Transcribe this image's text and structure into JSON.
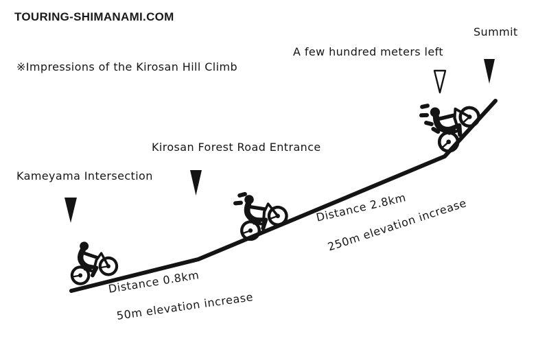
{
  "header": {
    "site": "TOURING-SHIMANAMI.COM",
    "caption": "※Impressions of the Kirosan Hill Climb"
  },
  "waypoints": [
    {
      "label": "Kameyama Intersection",
      "marker": "filled-triangle-down"
    },
    {
      "label": "Kirosan Forest Road Entrance",
      "marker": "filled-triangle-down"
    },
    {
      "label": "A few hundred meters left",
      "marker": "outline-triangle-down"
    },
    {
      "label": "Summit",
      "marker": "filled-triangle-down"
    }
  ],
  "segments": [
    {
      "distance_label": "Distance 0.8km",
      "elevation_label": "50m elevation increase"
    },
    {
      "distance_label": "Distance 2.8km",
      "elevation_label": "250m elevation increase"
    }
  ],
  "route": {
    "description": "Two-bend rising elevation profile from Kameyama Intersection to Summit",
    "cyclist_count": 3
  },
  "colors": {
    "ink": "#141414",
    "background": "#ffffff"
  }
}
